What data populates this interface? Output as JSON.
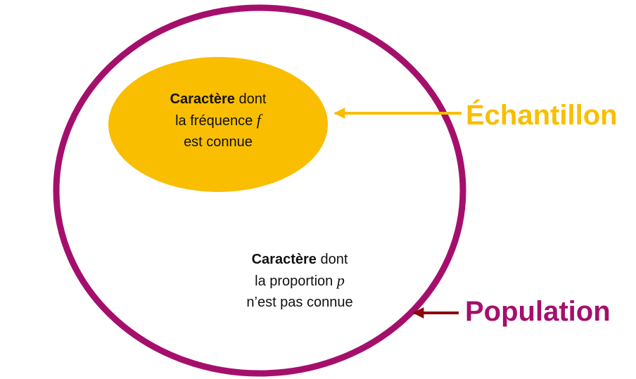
{
  "colors": {
    "population_circle": "#A50F6C",
    "sample_ellipse": "#F9BE00",
    "sample_arrow": "#F9BE00",
    "population_arrow": "#8B0A0A",
    "sample_label": "#F9BE00",
    "population_label": "#A50F6C",
    "text": "#111111",
    "background": "#ffffff"
  },
  "sample": {
    "label": "Échantillon",
    "bold": "Caractère",
    "line1_rest": " dont",
    "line2_prefix": "la fréquence ",
    "variable": "f",
    "line3": "est connue"
  },
  "population": {
    "label": "Population",
    "bold": "Caractère",
    "line1_rest": " dont",
    "line2_prefix": "la proportion ",
    "variable": "p",
    "line3": "n’est pas connue"
  }
}
